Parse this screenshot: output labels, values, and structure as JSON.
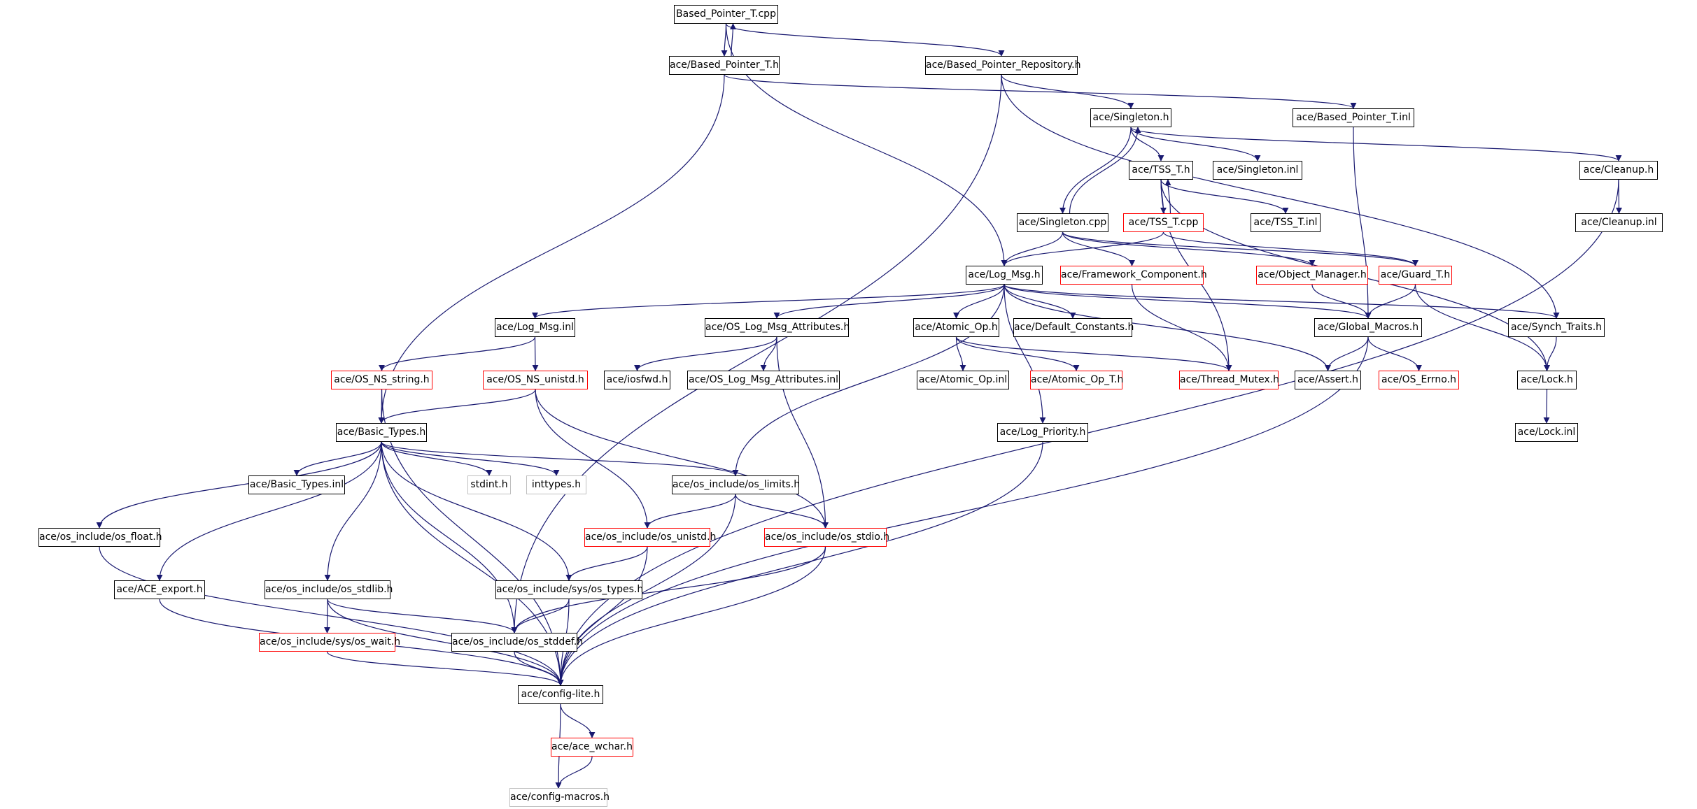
{
  "graph": {
    "colors": {
      "edge": "#191970",
      "node_border": "#000000",
      "external_border": "#ff0000",
      "unresolved_border": "#bfbfbf",
      "root_fill": "#bfbfbf"
    },
    "nodes": [
      {
        "id": "n0",
        "label": "Based_Pointer_T.cpp",
        "kind": "root"
      },
      {
        "id": "n1",
        "label": "ace/Based_Pointer_T.h",
        "kind": "normal"
      },
      {
        "id": "n2",
        "label": "ace/Based_Pointer_Repository.h",
        "kind": "normal"
      },
      {
        "id": "n3",
        "label": "ace/Singleton.h",
        "kind": "normal"
      },
      {
        "id": "n4",
        "label": "ace/Based_Pointer_T.inl",
        "kind": "normal"
      },
      {
        "id": "n5",
        "label": "ace/TSS_T.h",
        "kind": "normal"
      },
      {
        "id": "n6",
        "label": "ace/Singleton.inl",
        "kind": "normal"
      },
      {
        "id": "n7",
        "label": "ace/Cleanup.h",
        "kind": "normal"
      },
      {
        "id": "n8",
        "label": "ace/Singleton.cpp",
        "kind": "normal"
      },
      {
        "id": "n9",
        "label": "ace/TSS_T.cpp",
        "kind": "external"
      },
      {
        "id": "n10",
        "label": "ace/TSS_T.inl",
        "kind": "normal"
      },
      {
        "id": "n11",
        "label": "ace/Cleanup.inl",
        "kind": "normal"
      },
      {
        "id": "n12",
        "label": "ace/Log_Msg.h",
        "kind": "normal"
      },
      {
        "id": "n13",
        "label": "ace/Framework_Component.h",
        "kind": "external"
      },
      {
        "id": "n14",
        "label": "ace/Object_Manager.h",
        "kind": "external"
      },
      {
        "id": "n15",
        "label": "ace/Guard_T.h",
        "kind": "external"
      },
      {
        "id": "n16",
        "label": "ace/Log_Msg.inl",
        "kind": "normal"
      },
      {
        "id": "n17",
        "label": "ace/OS_Log_Msg_Attributes.h",
        "kind": "normal"
      },
      {
        "id": "n18",
        "label": "ace/Atomic_Op.h",
        "kind": "normal"
      },
      {
        "id": "n19",
        "label": "ace/Default_Constants.h",
        "kind": "normal"
      },
      {
        "id": "n20",
        "label": "ace/Global_Macros.h",
        "kind": "normal"
      },
      {
        "id": "n21",
        "label": "ace/Synch_Traits.h",
        "kind": "normal"
      },
      {
        "id": "n22",
        "label": "ace/OS_NS_string.h",
        "kind": "external"
      },
      {
        "id": "n23",
        "label": "ace/OS_NS_unistd.h",
        "kind": "external"
      },
      {
        "id": "n24",
        "label": "ace/iosfwd.h",
        "kind": "normal"
      },
      {
        "id": "n25",
        "label": "ace/OS_Log_Msg_Attributes.inl",
        "kind": "normal"
      },
      {
        "id": "n26",
        "label": "ace/Atomic_Op.inl",
        "kind": "normal"
      },
      {
        "id": "n27",
        "label": "ace/Atomic_Op_T.h",
        "kind": "external"
      },
      {
        "id": "n28",
        "label": "ace/Thread_Mutex.h",
        "kind": "external"
      },
      {
        "id": "n29",
        "label": "ace/Assert.h",
        "kind": "normal"
      },
      {
        "id": "n30",
        "label": "ace/OS_Errno.h",
        "kind": "external"
      },
      {
        "id": "n31",
        "label": "ace/Lock.h",
        "kind": "normal"
      },
      {
        "id": "n32",
        "label": "ace/Basic_Types.h",
        "kind": "normal"
      },
      {
        "id": "n33",
        "label": "ace/Log_Priority.h",
        "kind": "normal"
      },
      {
        "id": "n34",
        "label": "ace/Lock.inl",
        "kind": "normal"
      },
      {
        "id": "n35",
        "label": "ace/Basic_Types.inl",
        "kind": "normal"
      },
      {
        "id": "n36",
        "label": "stdint.h",
        "kind": "unresolved"
      },
      {
        "id": "n37",
        "label": "inttypes.h",
        "kind": "unresolved"
      },
      {
        "id": "n38",
        "label": "ace/os_include/os_limits.h",
        "kind": "normal"
      },
      {
        "id": "n39",
        "label": "ace/os_include/os_float.h",
        "kind": "normal"
      },
      {
        "id": "n40",
        "label": "ace/os_include/os_unistd.h",
        "kind": "external"
      },
      {
        "id": "n41",
        "label": "ace/os_include/os_stdio.h",
        "kind": "external"
      },
      {
        "id": "n42",
        "label": "ace/ACE_export.h",
        "kind": "normal"
      },
      {
        "id": "n43",
        "label": "ace/os_include/os_stdlib.h",
        "kind": "normal"
      },
      {
        "id": "n44",
        "label": "ace/os_include/sys/os_types.h",
        "kind": "normal"
      },
      {
        "id": "n45",
        "label": "ace/os_include/sys/os_wait.h",
        "kind": "external"
      },
      {
        "id": "n46",
        "label": "ace/os_include/os_stddef.h",
        "kind": "normal"
      },
      {
        "id": "n47",
        "label": "ace/config-lite.h",
        "kind": "normal"
      },
      {
        "id": "n48",
        "label": "ace/ace_wchar.h",
        "kind": "external"
      },
      {
        "id": "n49",
        "label": "ace/config-macros.h",
        "kind": "unresolved"
      }
    ],
    "edges": [
      [
        "n0",
        "n1"
      ],
      [
        "n1",
        "n0"
      ],
      [
        "n0",
        "n2"
      ],
      [
        "n0",
        "n12"
      ],
      [
        "n1",
        "n4"
      ],
      [
        "n1",
        "n32"
      ],
      [
        "n2",
        "n3"
      ],
      [
        "n2",
        "n46"
      ],
      [
        "n2",
        "n21"
      ],
      [
        "n3",
        "n5"
      ],
      [
        "n3",
        "n6"
      ],
      [
        "n3",
        "n7"
      ],
      [
        "n3",
        "n8"
      ],
      [
        "n8",
        "n3"
      ],
      [
        "n4",
        "n20"
      ],
      [
        "n5",
        "n9"
      ],
      [
        "n9",
        "n5"
      ],
      [
        "n5",
        "n10"
      ],
      [
        "n5",
        "n28"
      ],
      [
        "n5",
        "n31"
      ],
      [
        "n7",
        "n11"
      ],
      [
        "n7",
        "n47"
      ],
      [
        "n8",
        "n12"
      ],
      [
        "n8",
        "n13"
      ],
      [
        "n8",
        "n14"
      ],
      [
        "n8",
        "n15"
      ],
      [
        "n9",
        "n12"
      ],
      [
        "n9",
        "n15"
      ],
      [
        "n12",
        "n16"
      ],
      [
        "n12",
        "n17"
      ],
      [
        "n12",
        "n18"
      ],
      [
        "n12",
        "n19"
      ],
      [
        "n12",
        "n20"
      ],
      [
        "n12",
        "n21"
      ],
      [
        "n12",
        "n29"
      ],
      [
        "n12",
        "n33"
      ],
      [
        "n12",
        "n38"
      ],
      [
        "n13",
        "n28"
      ],
      [
        "n14",
        "n20"
      ],
      [
        "n15",
        "n20"
      ],
      [
        "n15",
        "n31"
      ],
      [
        "n16",
        "n22"
      ],
      [
        "n16",
        "n23"
      ],
      [
        "n17",
        "n24"
      ],
      [
        "n17",
        "n25"
      ],
      [
        "n17",
        "n41"
      ],
      [
        "n18",
        "n26"
      ],
      [
        "n18",
        "n27"
      ],
      [
        "n18",
        "n28"
      ],
      [
        "n20",
        "n29"
      ],
      [
        "n20",
        "n30"
      ],
      [
        "n20",
        "n47"
      ],
      [
        "n21",
        "n31"
      ],
      [
        "n31",
        "n34"
      ],
      [
        "n22",
        "n32"
      ],
      [
        "n22",
        "n47"
      ],
      [
        "n23",
        "n32"
      ],
      [
        "n23",
        "n40"
      ],
      [
        "n23",
        "n41"
      ],
      [
        "n32",
        "n35"
      ],
      [
        "n32",
        "n36"
      ],
      [
        "n32",
        "n37"
      ],
      [
        "n32",
        "n38"
      ],
      [
        "n32",
        "n39"
      ],
      [
        "n32",
        "n42"
      ],
      [
        "n32",
        "n43"
      ],
      [
        "n32",
        "n44"
      ],
      [
        "n32",
        "n46"
      ],
      [
        "n32",
        "n47"
      ],
      [
        "n33",
        "n47"
      ],
      [
        "n38",
        "n40"
      ],
      [
        "n38",
        "n41"
      ],
      [
        "n38",
        "n47"
      ],
      [
        "n39",
        "n47"
      ],
      [
        "n40",
        "n44"
      ],
      [
        "n40",
        "n47"
      ],
      [
        "n41",
        "n46"
      ],
      [
        "n41",
        "n47"
      ],
      [
        "n42",
        "n47"
      ],
      [
        "n43",
        "n45"
      ],
      [
        "n43",
        "n46"
      ],
      [
        "n43",
        "n47"
      ],
      [
        "n44",
        "n46"
      ],
      [
        "n44",
        "n47"
      ],
      [
        "n45",
        "n47"
      ],
      [
        "n46",
        "n47"
      ],
      [
        "n47",
        "n48"
      ],
      [
        "n47",
        "n49"
      ],
      [
        "n48",
        "n49"
      ]
    ]
  }
}
